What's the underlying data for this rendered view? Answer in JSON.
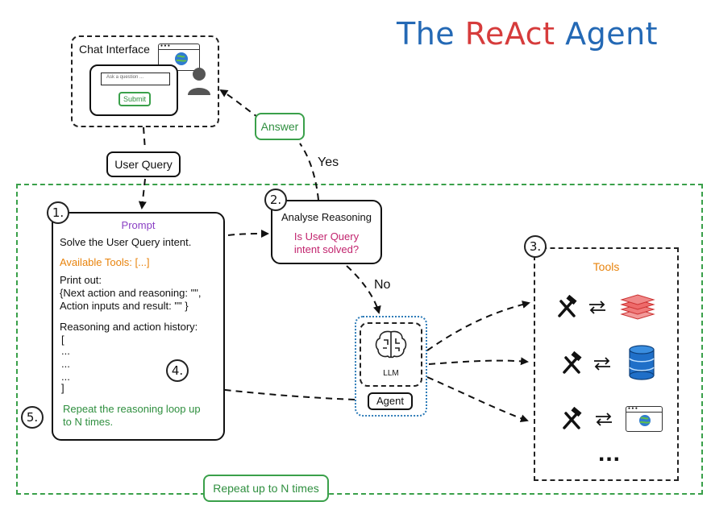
{
  "title": {
    "word1": "The",
    "word2": "ReAct",
    "word3": "Agent"
  },
  "chat_interface": {
    "label": "Chat Interface",
    "input_placeholder": "Ask a question ...",
    "submit_label": "Submit"
  },
  "edges": {
    "user_query": "User Query",
    "answer": "Answer",
    "yes": "Yes",
    "no": "No",
    "repeat": "Repeat up to N times"
  },
  "steps": {
    "s1": "1.",
    "s2": "2.",
    "s3": "3.",
    "s4": "4.",
    "s5": "5."
  },
  "prompt": {
    "title": "Prompt",
    "line1": "Solve the User Query intent.",
    "tools": "Available Tools: [...]",
    "print1": "Print out:",
    "print2": "{Next action and reasoning: \"\",",
    "print3": "Action inputs and result: \"\" }",
    "history": "Reasoning and action history:",
    "open": "[",
    "dots1": "...",
    "dots2": "...",
    "dots3": "...",
    "close": "]",
    "repeat1": "Repeat the reasoning loop up",
    "repeat2": "to N times."
  },
  "analyse": {
    "title": "Analyse Reasoning",
    "q1": "Is User Query",
    "q2": "intent solved?"
  },
  "agent": {
    "llm": "LLM",
    "label": "Agent"
  },
  "tools": {
    "title": "Tools",
    "more": "..."
  },
  "colors": {
    "title_blue": "#2469b5",
    "title_red": "#d63c3c",
    "prompt_purple": "#8a3fc4",
    "tools_orange": "#e8830c",
    "question_magenta": "#c2246e",
    "green": "#2f8f3f",
    "agent_blue": "#2e7cb8"
  }
}
